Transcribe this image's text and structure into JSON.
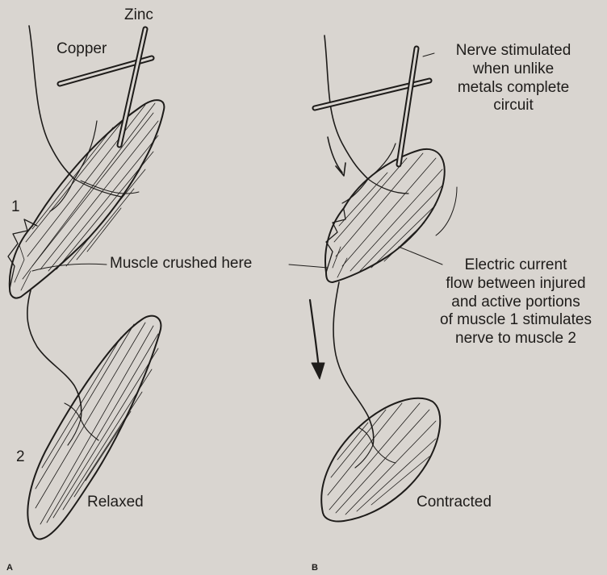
{
  "panels": {
    "a": {
      "letter": "A",
      "zinc": "Zinc",
      "copper": "Copper",
      "muscle_1": "1",
      "muscle_2": "2",
      "state": "Relaxed"
    },
    "b": {
      "letter": "B",
      "nerve_note": [
        "Nerve stimulated",
        "when unlike",
        "metals complete",
        "circuit"
      ],
      "current_note": [
        "Electric current",
        "flow between injured",
        "and active portions",
        "of muscle 1 stimulates",
        "nerve to muscle 2"
      ],
      "state": "Contracted"
    }
  },
  "shared_label": "Muscle crushed here",
  "colors": {
    "background": "#d9d5d0",
    "ink": "#1e1c1a"
  }
}
